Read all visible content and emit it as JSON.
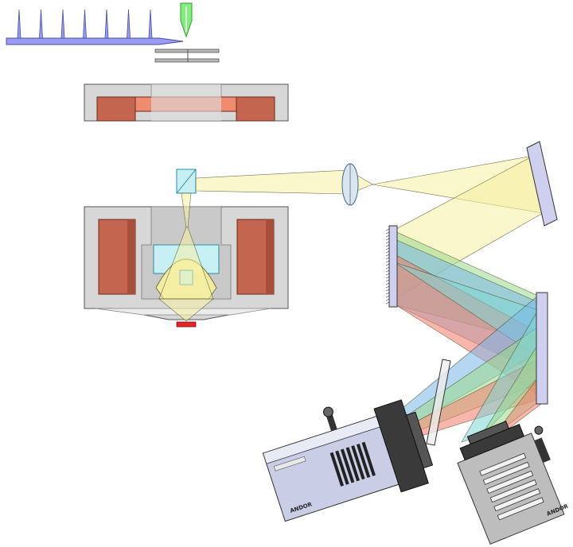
{
  "colors": {
    "background": "#ffffff",
    "tip_cantilever": "#9a9cf2",
    "tip_cantilever_stroke": "#4a4ca8",
    "laser_tip": "#7ef07a",
    "block_gray": "#d7d7d7",
    "block_gray_dark": "#b9b9b9",
    "pole_brown": "#c4664f",
    "pole_brown_light": "#e07f63",
    "pole_salmon": "#ef8b6e",
    "window_cyan": "#c7f0f5",
    "mirror_fill": "#cfd0f0",
    "lens_fill": "#d9e6f0",
    "light_yellow": "#f6f0a2",
    "light_green": "#9ad88c",
    "light_blue": "#7ab7e8",
    "light_red": "#f27a6a",
    "light_cyan": "#7fd6d6",
    "sample_red": "#e0262a",
    "camera_body": "#c9cde6",
    "camera_dark": "#3a3a3a",
    "spectrometer_body": "#bdbdbd"
  },
  "labels": {
    "camera_brand": "ANDOR",
    "spectrometer_brand": "ANDOR"
  },
  "components": {
    "tip_array": {
      "tip_count": 7,
      "icon": "cantilever-array-icon"
    },
    "laser": {
      "icon": "laser-tip-icon"
    },
    "slits": {
      "count": 2
    },
    "upper_magnet": {
      "icon": "magnet-block-icon"
    },
    "lower_magnet": {
      "icon": "magnet-block-icon"
    },
    "beamsplitter": {
      "icon": "prism-icon"
    },
    "lens": {
      "icon": "lens-icon"
    },
    "mirror_1": {
      "icon": "mirror-icon"
    },
    "grating": {
      "icon": "grating-icon"
    },
    "mirror_2": {
      "icon": "mirror-icon"
    },
    "filter_plate": {
      "icon": "filter-icon"
    },
    "camera": {
      "icon": "camera-icon"
    },
    "detector": {
      "icon": "detector-icon"
    },
    "sample": {
      "icon": "sample-icon"
    }
  }
}
